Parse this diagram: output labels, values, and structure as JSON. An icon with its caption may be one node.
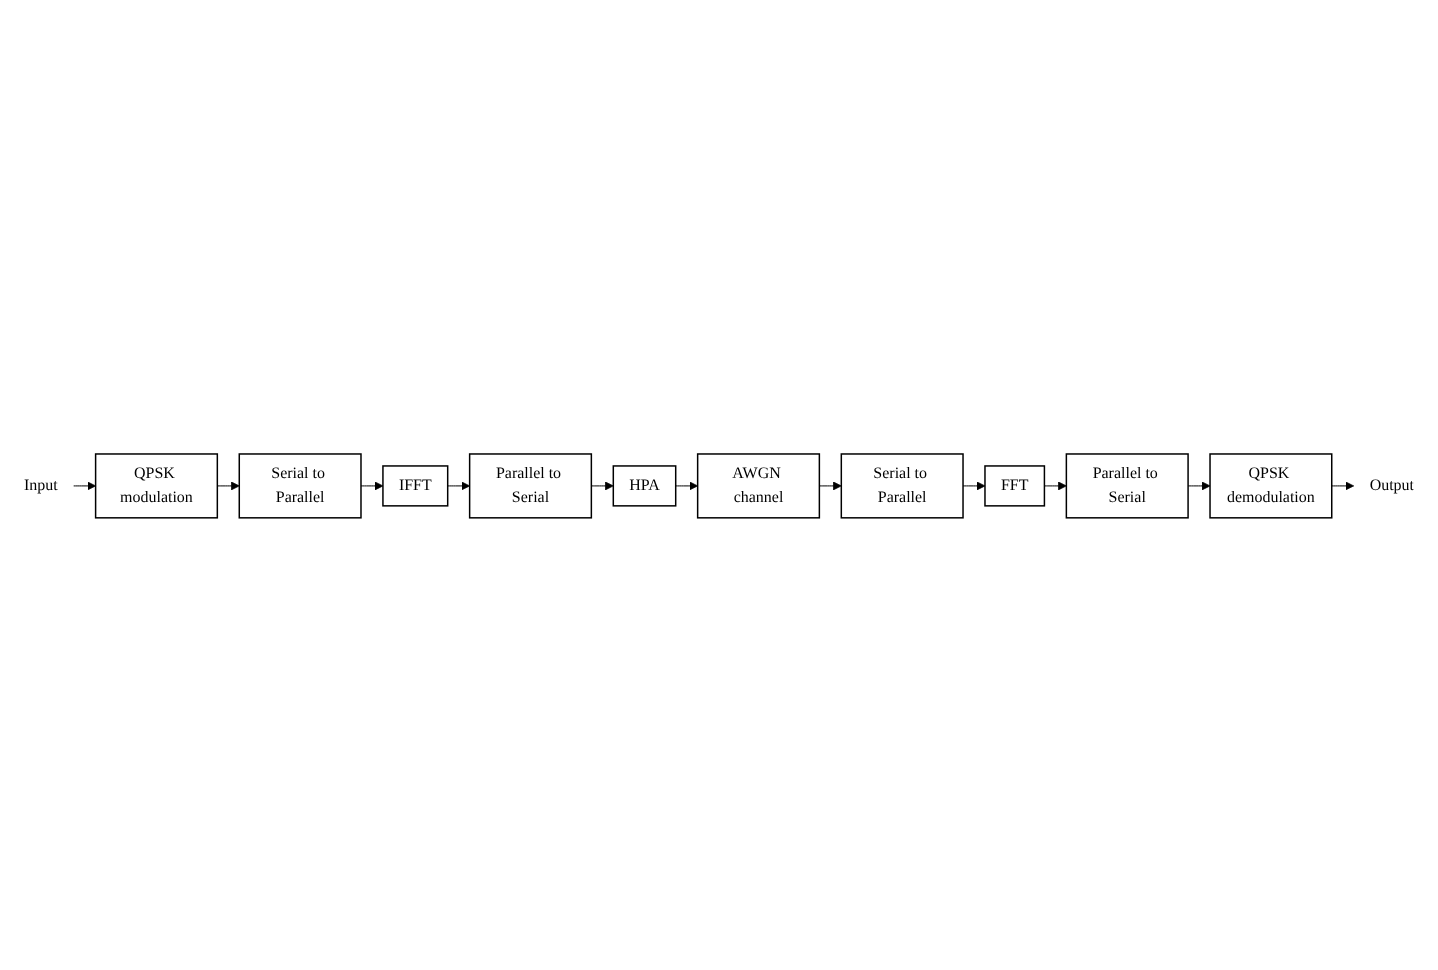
{
  "diagram": {
    "nodes": [
      {
        "text": [
          "Input"
        ]
      },
      {
        "text": [
          "QPSK modulation"
        ]
      },
      {
        "text": [
          "Serial to Parallel"
        ]
      },
      {
        "text": [
          "IFFT"
        ]
      },
      {
        "text": [
          "Parallel to Serial"
        ]
      },
      {
        "text": [
          "HPA"
        ]
      },
      {
        "text": [
          "AWGN channel"
        ]
      },
      {
        "text": [
          "Serial to Parallel"
        ]
      },
      {
        "text": [
          "FFT"
        ]
      },
      {
        "text": [
          "Parallel to Serial"
        ]
      },
      {
        "text": [
          "QPSK demodulation"
        ]
      },
      {
        "text": [
          "Output"
        ]
      }
    ],
    "edges": [
      {
        "from": 0,
        "to": 1,
        "arrow": "to"
      },
      {
        "from": 1,
        "to": 2,
        "arrow": "to"
      },
      {
        "from": 2,
        "to": 3,
        "arrow": "to"
      },
      {
        "from": 3,
        "to": 4,
        "arrow": "to"
      },
      {
        "from": 4,
        "to": 5,
        "arrow": "to"
      },
      {
        "from": 5,
        "to": 6,
        "arrow": "to"
      },
      {
        "from": 6,
        "to": 7,
        "arrow": "to"
      },
      {
        "from": 7,
        "to": 8,
        "arrow": "to"
      },
      {
        "from": 8,
        "to": 9,
        "arrow": "to"
      },
      {
        "from": 9,
        "to": 10,
        "arrow": "to"
      },
      {
        "from": 10,
        "to": 11,
        "arrow": "to"
      }
    ]
  }
}
